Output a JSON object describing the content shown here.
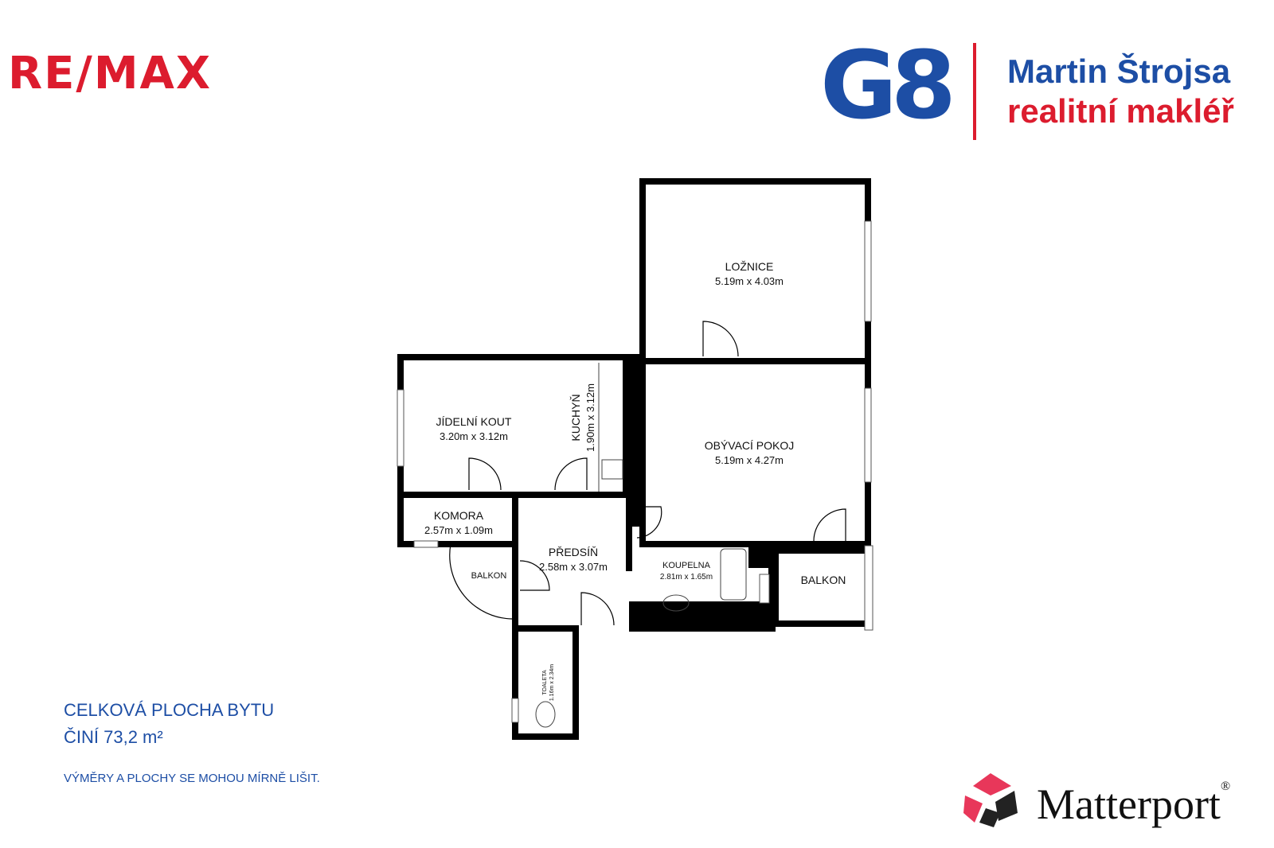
{
  "header": {
    "remax_logo": "RE/MAX",
    "g8_logo": "G8",
    "agent_name": "Martin Štrojsa",
    "agent_role": "realitní makléř"
  },
  "rooms": {
    "loznice": {
      "name": "LOŽNICE",
      "dims": "5.19m x 4.03m"
    },
    "obyvaci": {
      "name": "OBÝVACÍ POKOJ",
      "dims": "5.19m x 4.27m"
    },
    "jidelni": {
      "name": "JÍDELNÍ KOUT",
      "dims": "3.20m x 3.12m"
    },
    "kuchyn": {
      "name": "KUCHYŇ",
      "dims": "1.90m x 3.12m"
    },
    "komora": {
      "name": "KOMORA",
      "dims": "2.57m x 1.09m"
    },
    "predsin": {
      "name": "PŘEDSÍŇ",
      "dims": "2.58m x 3.07m"
    },
    "koupelna": {
      "name": "KOUPELNA",
      "dims": "2.81m x 1.65m"
    },
    "balkon_left": {
      "name": "BALKON"
    },
    "balkon_right": {
      "name": "BALKON"
    },
    "toaleta": {
      "name": "TOALETA",
      "dims": "1.16m x 2.34m"
    }
  },
  "footer": {
    "total_area_line1": "CELKOVÁ PLOCHA BYTU",
    "total_area_line2": "ČINÍ 73,2 m²",
    "disclaimer": "VÝMĚRY A PLOCHY SE MOHOU MÍRNĚ LIŠIT.",
    "matterport": "Matterport",
    "matterport_mark": "®"
  },
  "colors": {
    "brand_blue": "#1d4ea5",
    "brand_red": "#dc1c2e",
    "wall": "#000000",
    "matterport_pink": "#e8375a"
  }
}
